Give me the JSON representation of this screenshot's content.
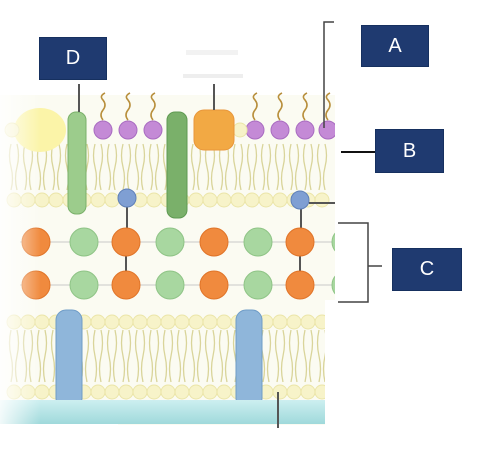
{
  "labels": {
    "a": "A",
    "b": "B",
    "c": "C",
    "d": "D"
  },
  "colors": {
    "label_box": "#1f3a70",
    "label_text": "#ffffff",
    "lipid_head": "#f7f3c9",
    "purple_head": "#c48ad6",
    "orange_protein": "#f2a944",
    "green_protein": "#7ab06a",
    "blue_protein": "#8fb6da",
    "blue_glycan": "#7f9fd3",
    "green_bead": "#a8d7a0",
    "orange_bead": "#f08a3e",
    "teal_band": "#a6dfe0"
  }
}
